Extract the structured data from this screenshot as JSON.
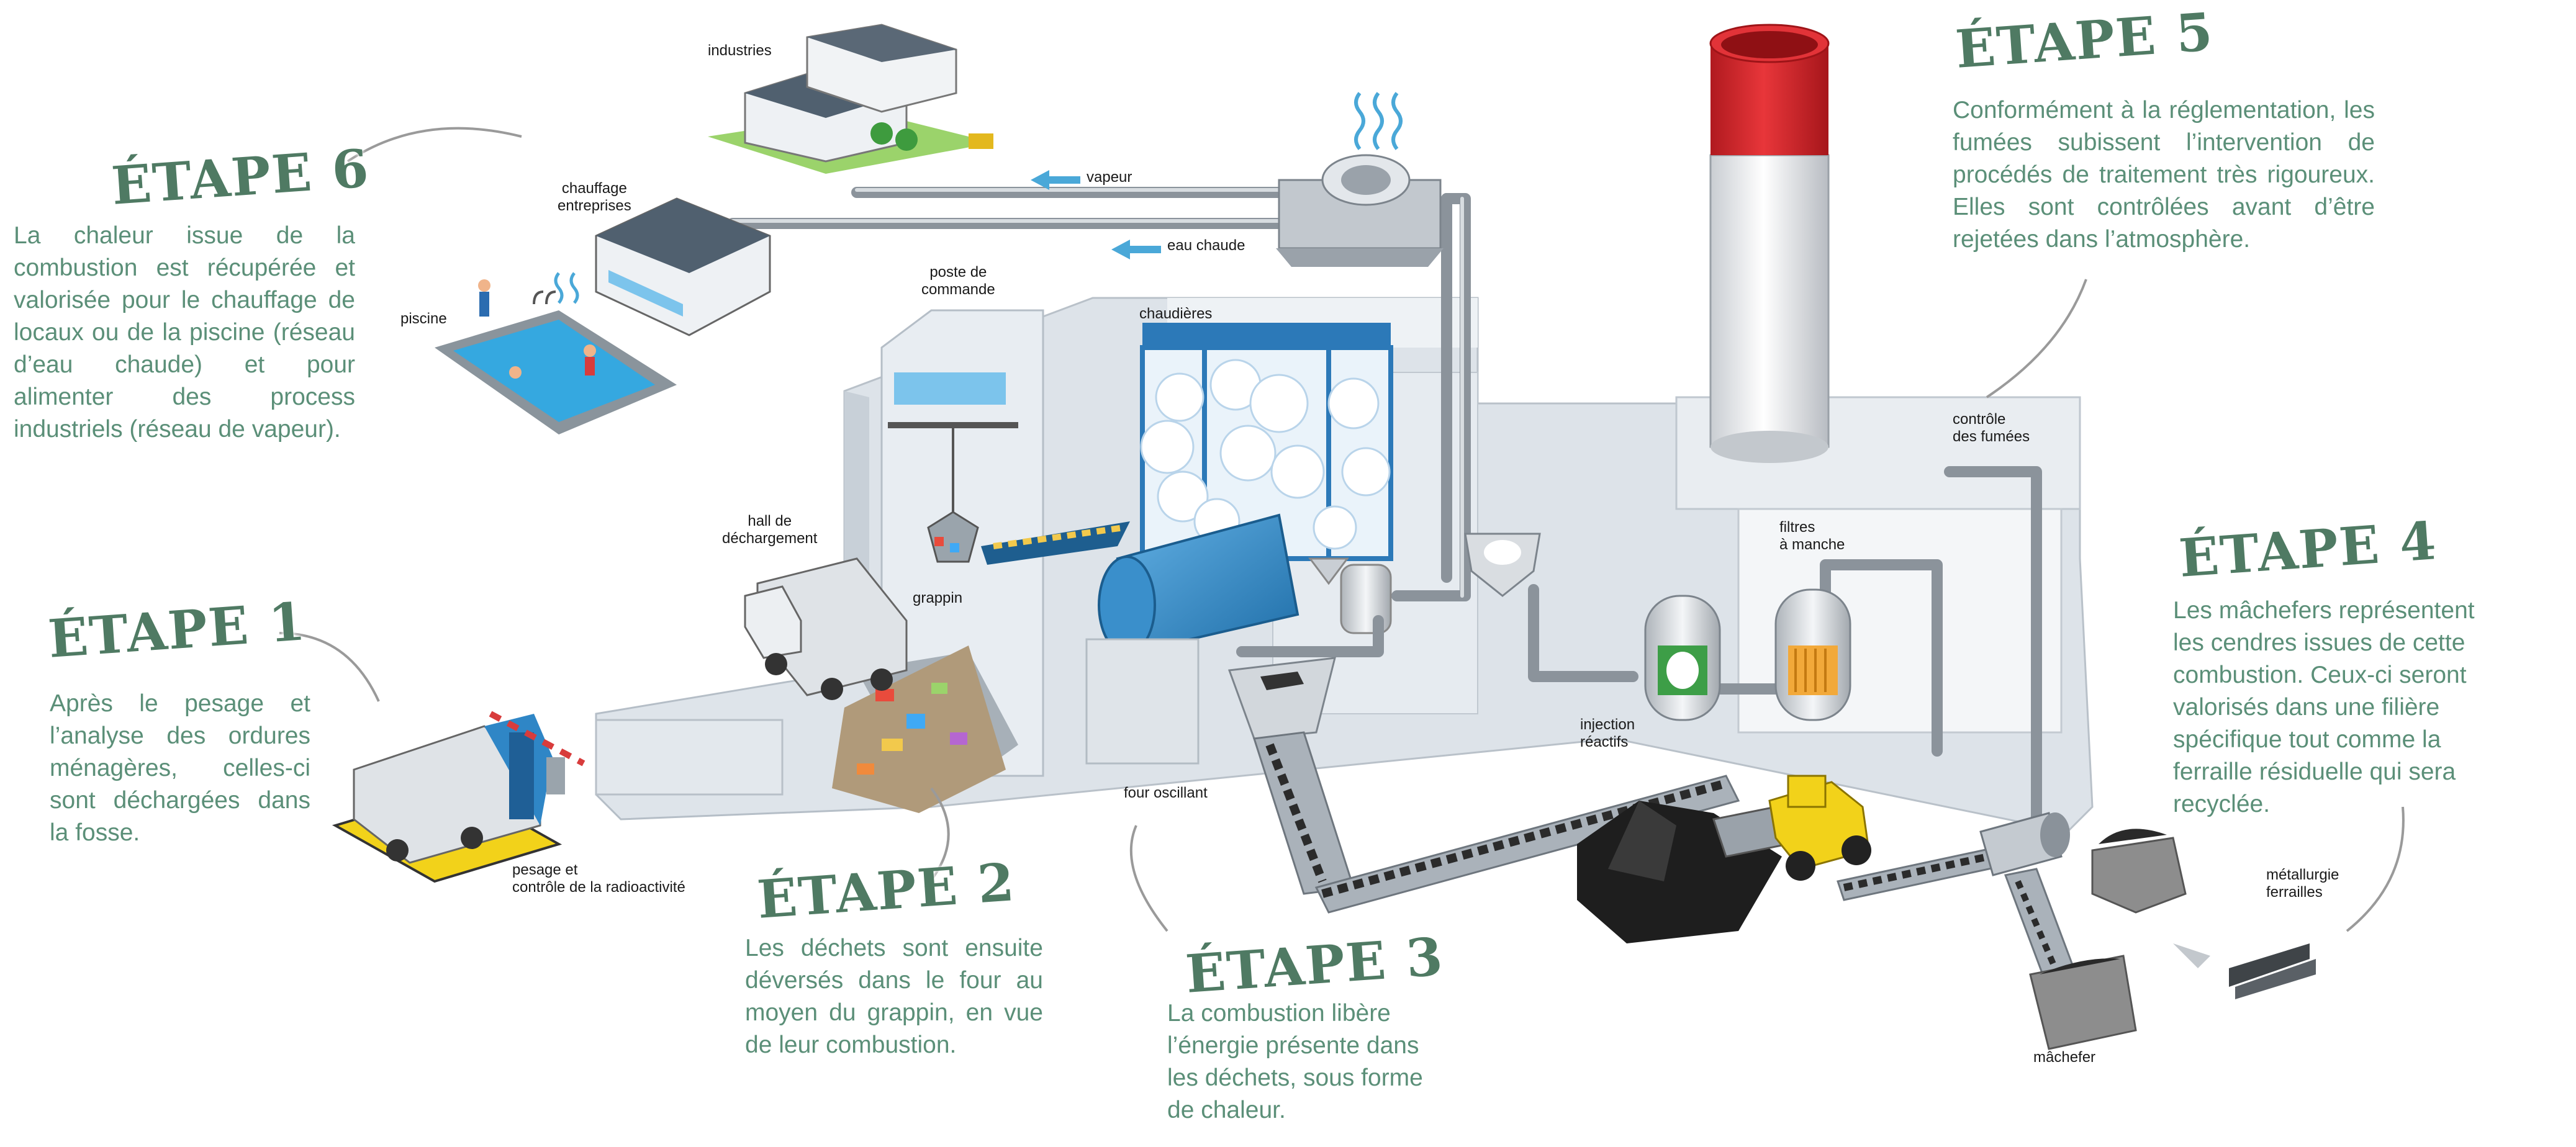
{
  "steps": {
    "s1": {
      "title": "ÉTAPE 1",
      "text": "Après le pesage et l’analyse des ordures ménagères, celles-ci sont déchargées dans la fosse."
    },
    "s2": {
      "title": "ÉTAPE 2",
      "text": "Les déchets sont ensuite déversés dans le four au moyen du grappin, en vue de leur combustion."
    },
    "s3": {
      "title": "ÉTAPE 3",
      "text": "La combustion libère l’énergie présente dans les déchets, sous forme de chaleur."
    },
    "s4": {
      "title": "ÉTAPE 4",
      "text": "Les mâchefers représentent les cendres issues de cette combustion. Ceux-ci seront valorisés dans une filière spécifique tout comme la ferraille résiduelle qui sera recyclée."
    },
    "s5": {
      "title": "ÉTAPE 5",
      "text": "Conformément à la réglementation, les fumées subissent l’intervention de procédés de traitement très rigoureux. Elles sont contrôlées avant d’être rejetées dans l’atmosphère."
    },
    "s6": {
      "title": "ÉTAPE 6",
      "text": "La chaleur issue de la combustion est récupérée et valorisée pour le chauffage de locaux ou de la piscine (réseau d’eau chaude) et pour alimenter des process industriels (réseau de vapeur)."
    }
  },
  "labels": {
    "industries": "industries",
    "vapeur": "vapeur",
    "eau_chaude": "eau chaude",
    "chauffage_1": "chauffage",
    "chauffage_2": "entreprises",
    "piscine": "piscine",
    "poste_1": "poste de",
    "poste_2": "commande",
    "chaudieres": "chaudières",
    "hall_1": "hall de",
    "hall_2": "déchargement",
    "grappin": "grappin",
    "pesage_1": "pesage et",
    "pesage_2": "contrôle de la radioactivité",
    "four": "four oscillant",
    "controle_1": "contrôle",
    "controle_2": "des fumées",
    "filtres_1": "filtres",
    "filtres_2": "à manche",
    "injection_1": "injection",
    "injection_2": "réactifs",
    "metallurgie_1": "métallurgie",
    "metallurgie_2": "ferrailles",
    "machefer": "mâchefer"
  },
  "colors": {
    "accent_green": "#4f7a63",
    "text_green": "#5b8f78",
    "chimney_red": "#d8262b",
    "furnace_blue": "#2f86c6",
    "arrow_blue": "#4aa8d8",
    "loader_yellow": "#f2d21a"
  }
}
